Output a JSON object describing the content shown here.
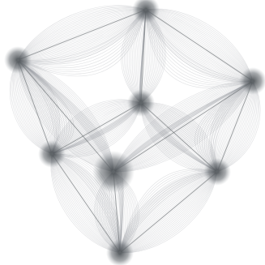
{
  "diagram": {
    "type": "edge-bundled-graph",
    "shape": "cube",
    "node_count": 8,
    "edge_count": 12,
    "edge_color": "#8c9196",
    "node_color": "#5f6468",
    "background_color": "#ffffff"
  }
}
